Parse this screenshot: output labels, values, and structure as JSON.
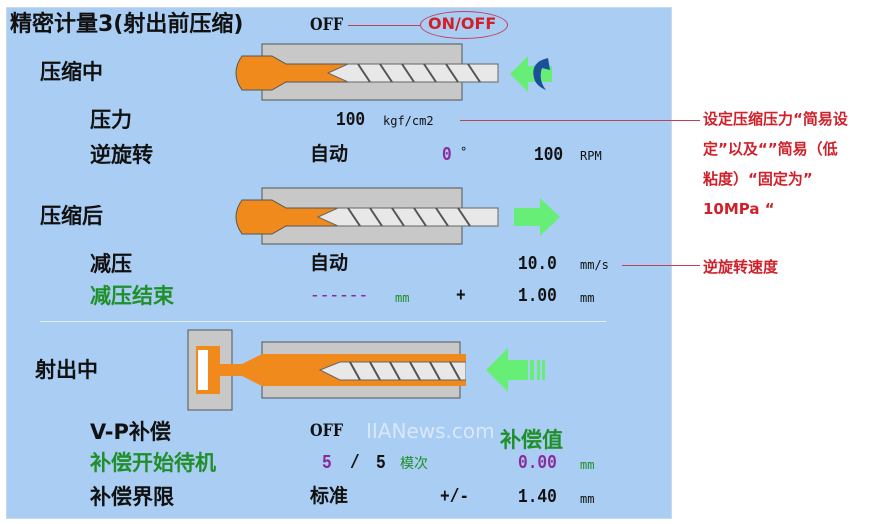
{
  "title": "精密计量3(射出前压缩)",
  "title_state": "OFF",
  "onoff_callout": "ON/OFF",
  "compressing": {
    "label": "压缩中",
    "pressure_label": "压力",
    "pressure_value": "100",
    "pressure_unit": "kgf/cm2",
    "reverse_label": "逆旋转",
    "reverse_mode": "自动",
    "reverse_angle": "0",
    "angle_unit": "°",
    "reverse_speed": "100",
    "speed_unit": "RPM"
  },
  "after": {
    "label": "压缩后",
    "decompress_label": "减压",
    "decompress_mode": "自动",
    "decompress_speed": "10.0",
    "decompress_unit": "mm/s",
    "end_label": "减压结束",
    "end_value": "------",
    "end_unit": "mm",
    "plus": "+",
    "end_offset": "1.00",
    "offset_unit": "mm"
  },
  "injection": {
    "label": "射出中",
    "vp_label": "V-P补偿",
    "vp_state": "OFF",
    "comp_value_label": "补偿值",
    "wait_label": "补偿开始待机",
    "wait_current": "5",
    "slash": "/",
    "wait_total": "5",
    "wait_unit": "模次",
    "comp_value": "0.00",
    "comp_unit": "mm",
    "limit_label": "补偿界限",
    "limit_mode": "标准",
    "limit_sign": "+/-",
    "limit_value": "1.40",
    "limit_unit": "mm"
  },
  "watermark": "IIANews.com",
  "annotations": {
    "pressure_lines": [
      "设定压缩压力“简易设",
      "定”以及“”简易（低",
      "粘度）“固定为”",
      "10MPa “"
    ],
    "speed": "逆旋转速度"
  },
  "colors": {
    "panel": "#a9cdf3",
    "melt": "#f08a1c",
    "arrow": "#66ee77",
    "callout": "#d0202a"
  }
}
